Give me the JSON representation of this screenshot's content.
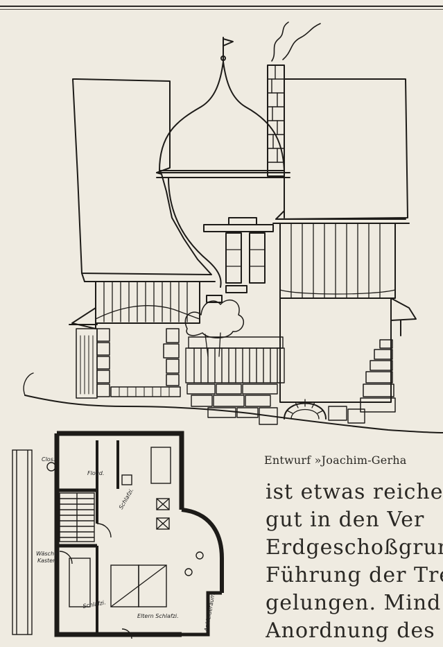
{
  "page": {
    "background": "#efebe1",
    "ink": "#1d1b18"
  },
  "figure": {
    "plan_labels": {
      "clos": "Clos.",
      "flogd": "Flogd.",
      "schlafzi_top": "Schlafzi.",
      "waesche": "Wäsche",
      "kasten": "Kasten",
      "schlafzi_bottom": "Schlafzi.",
      "eltern": "Eltern Schlafzi.",
      "ankleideraum": "Ankleideraum"
    }
  },
  "caption": "Entwurf »Joachim-Gerha",
  "body_lines": [
    "ist etwas reichen",
    "gut in den Ver",
    "Erdgeschoßgrun",
    "Führung der Tre",
    "gelungen.  Mind",
    "Anordnung des G"
  ]
}
